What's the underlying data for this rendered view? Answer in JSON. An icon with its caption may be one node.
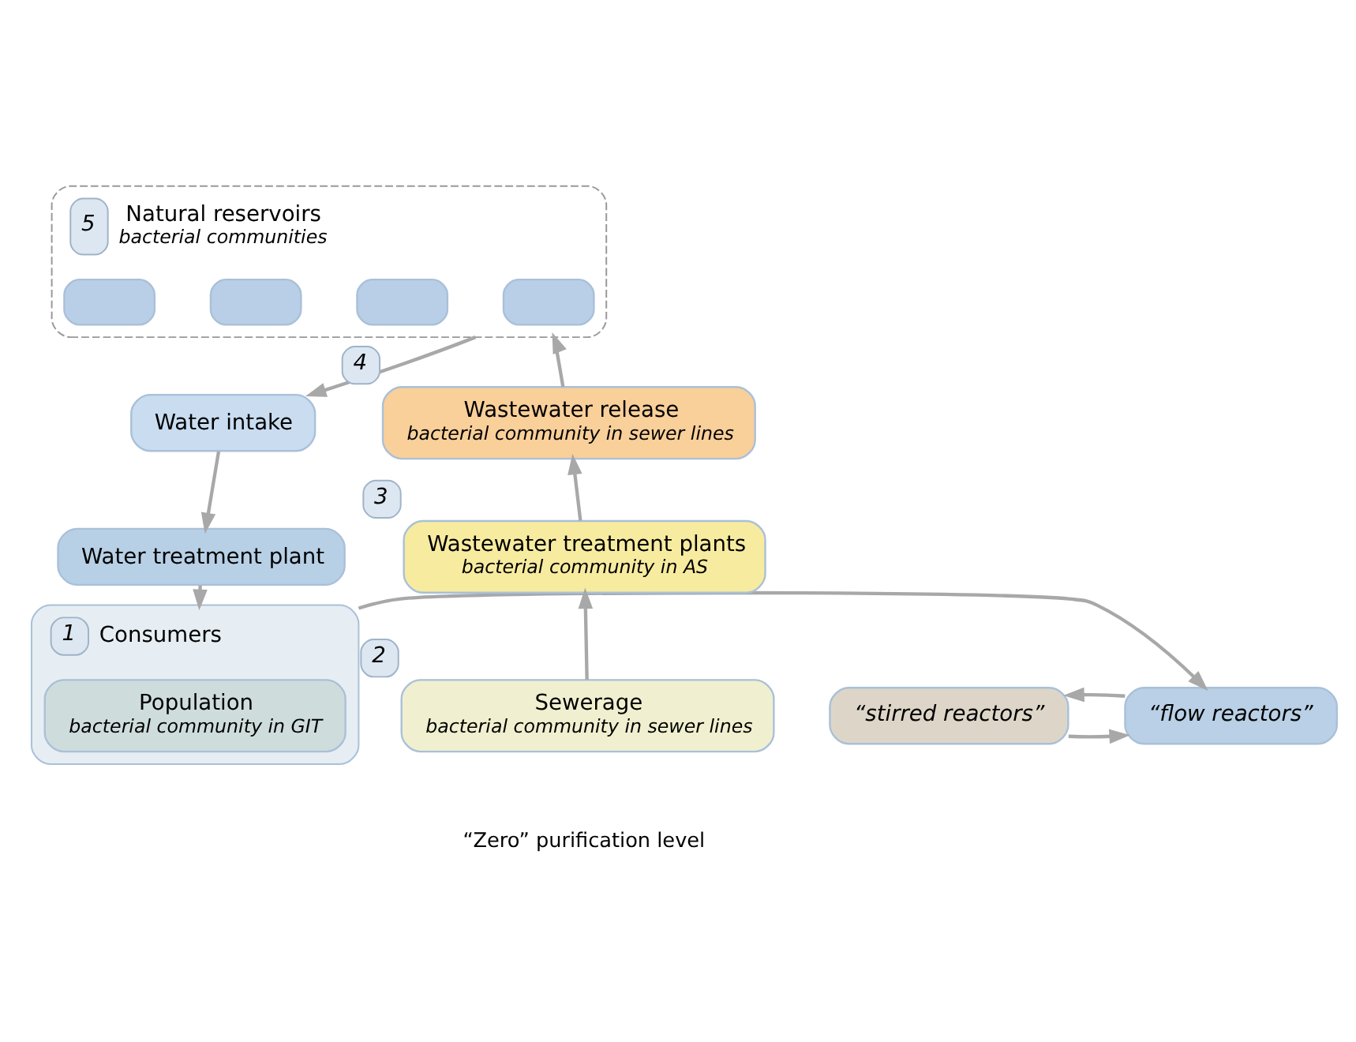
{
  "diagram": {
    "nodes": [
      {
        "text": [
          "Natural reservoirs",
          "bacterial communities"
        ],
        "beside": [
          "5"
        ]
      },
      {
        "text": [],
        "shape": "box",
        "in": 0
      },
      {
        "text": [],
        "shape": "box",
        "in": 0
      },
      {
        "text": [],
        "shape": "box",
        "in": 0
      },
      {
        "text": [],
        "shape": "box",
        "in": 0
      },
      {
        "text": [
          "Water intake"
        ]
      },
      {
        "text": [
          "Water treatment plant"
        ]
      },
      {
        "text": [
          "Consumers"
        ],
        "beside": [
          "1"
        ]
      },
      {
        "text": [
          "Population",
          "bacterial community in GIT"
        ],
        "in": 7
      },
      {
        "text": [
          "Sewerage",
          "bacterial community in sewer lines"
        ],
        "beside": [
          "2"
        ]
      },
      {
        "text": [
          "“stirred reactors”"
        ]
      },
      {
        "text": [
          "“flow reactors”"
        ]
      },
      {
        "text": [
          "Wastewater treatment plants",
          "bacterial community in AS"
        ],
        "beside": [
          "3"
        ]
      },
      {
        "text": [
          "Wastewater release",
          "bacterial community in sewer lines"
        ],
        "beside": [
          "4"
        ]
      }
    ],
    "edges": [
      {
        "from": 13,
        "to": 0,
        "arrow": "to"
      },
      {
        "from": 0,
        "to": 5,
        "arrow": "to"
      },
      {
        "from": 5,
        "to": 6,
        "arrow": "to"
      },
      {
        "from": 6,
        "to": 7,
        "arrow": "to"
      },
      {
        "from": 7,
        "to": 11,
        "arrow": "to"
      },
      {
        "from": 10,
        "to": 11,
        "arrow": "to"
      },
      {
        "from": 11,
        "to": 10,
        "arrow": "to"
      },
      {
        "from": 9,
        "to": 12,
        "arrow": "to"
      },
      {
        "from": 12,
        "to": 13,
        "arrow": "to"
      }
    ],
    "labels": [
      "“Zero” purification level"
    ]
  }
}
